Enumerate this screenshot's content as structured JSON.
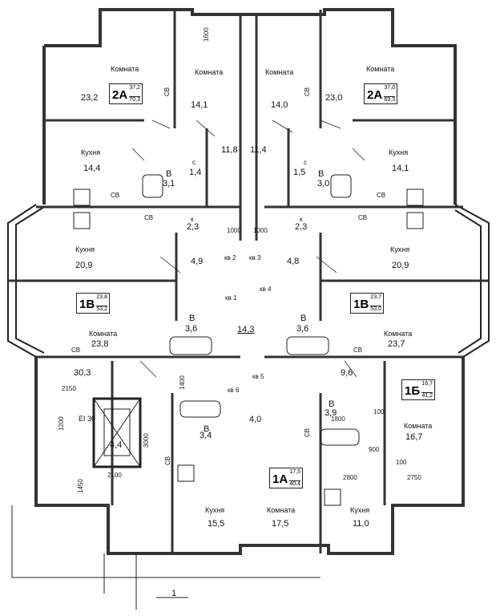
{
  "rooms": {
    "komnata_l_top": {
      "name": "Комната",
      "area": "23,2"
    },
    "komnata_cl_top": {
      "name": "Комната",
      "area": "14,1"
    },
    "komnata_cr_top": {
      "name": "Комната",
      "area": "14,0"
    },
    "komnata_r_top": {
      "name": "Комната",
      "area": "23,0"
    },
    "kitchen_l_top": {
      "name": "Кухня",
      "area": "14,4"
    },
    "kitchen_r_top": {
      "name": "Кухня",
      "area": "14,1"
    },
    "kitchen_l_mid": {
      "name": "Кухня",
      "area": "20,9"
    },
    "kitchen_r_mid": {
      "name": "Кухня",
      "area": "20,9"
    },
    "komnata_l_mid": {
      "name": "Комната",
      "area": "23,8"
    },
    "komnata_r_mid": {
      "name": "Комната",
      "area": "23,7"
    },
    "komnata_r_low": {
      "name": "Комната",
      "area": "16,7"
    },
    "komnata_c_low": {
      "name": "Комната",
      "area": "17,5"
    },
    "kitchen_l_low": {
      "name": "Кухня",
      "area": "15,5"
    },
    "kitchen_r_low": {
      "name": "Кухня",
      "area": "11,0"
    }
  },
  "areas": {
    "hall_l": "11,8",
    "hall_r": "11,4",
    "b_l": "3,1",
    "c_l": "1,4",
    "c_r": "1,5",
    "b_r": "3,0",
    "k_l": "2,3",
    "k_r": "2,3",
    "hall2": "4,9",
    "hall3": "4,8",
    "corr": "14,3",
    "b_l2": "3,6",
    "b_r2": "3,6",
    "lobby": "30,3",
    "lift": "4,4",
    "hall6": "4,0",
    "b_low": "3,4",
    "hall_r_low": "9,6",
    "b_r_low": "3,9"
  },
  "letters": {
    "b": "В",
    "c": "с",
    "k": "к",
    "sv": "СВ"
  },
  "apartments": [
    {
      "id": "a2l",
      "code": "2А",
      "living": "37,2",
      "total": "70,3"
    },
    {
      "id": "a2r",
      "code": "2А",
      "living": "37,0",
      "total": "69,3"
    },
    {
      "id": "a1vl",
      "code": "1В",
      "living": "23,8",
      "total": "53,2"
    },
    {
      "id": "a1vr",
      "code": "1В",
      "living": "23,7",
      "total": "53,0"
    },
    {
      "id": "a1b",
      "code": "1Б",
      "living": "16,7",
      "total": "41,2"
    },
    {
      "id": "a1a",
      "code": "1А",
      "living": "17,5",
      "total": "40,4"
    }
  ],
  "kv": {
    "kv1": "кв 1",
    "kv2": "кв 2",
    "kv3": "кв 3",
    "kv4": "кв 4",
    "kv5": "кв 5",
    "kv6": "кв 6"
  },
  "dims": {
    "d1600": "1600",
    "d1000a": "1000",
    "d1000b": "1000",
    "d2150": "2150",
    "d1200": "1200",
    "d3000": "3000",
    "d1450": "1450",
    "d2100": "2100",
    "d1400": "1400",
    "d1800": "1800",
    "d100a": "100",
    "d900": "900",
    "d100b": "100",
    "d2800": "2800",
    "d2750": "2750"
  },
  "lift_label": "EI 30",
  "section_mark": "1"
}
